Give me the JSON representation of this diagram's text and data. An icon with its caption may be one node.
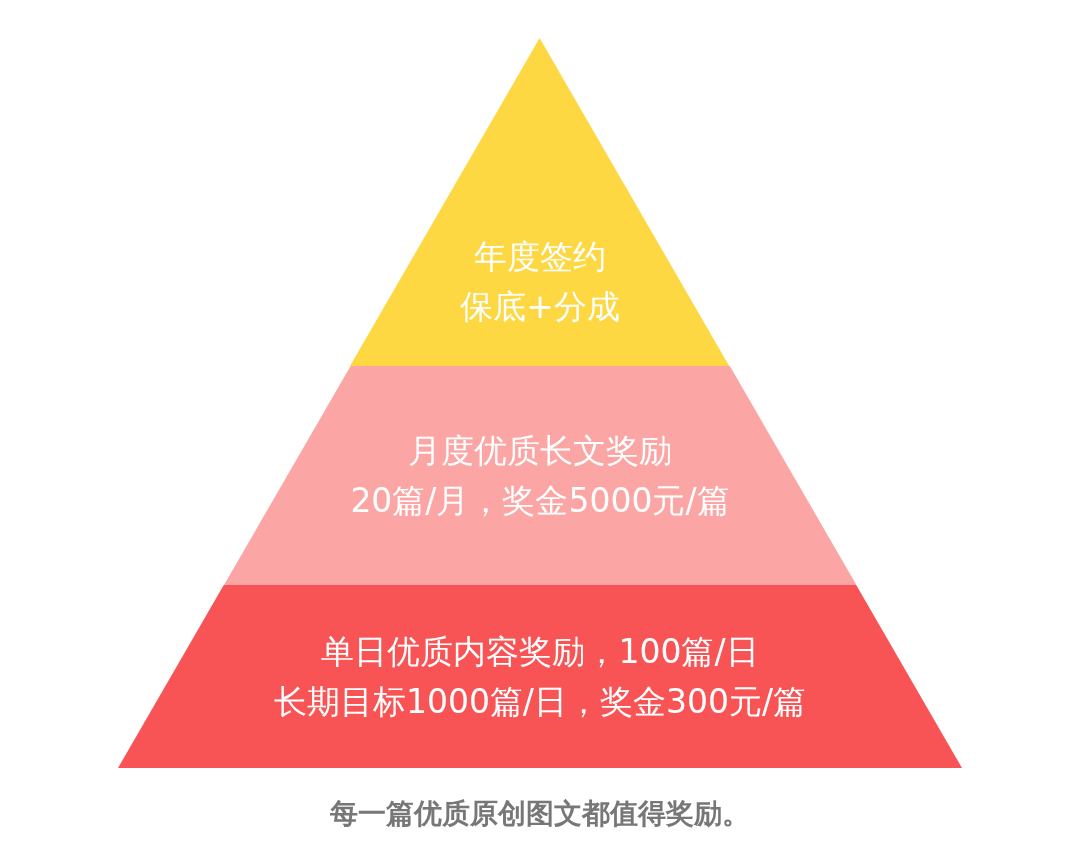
{
  "diagram": {
    "caption": "每一篇优质原创图文都值得奖励。",
    "nodes": [
      {
        "text": [
          "年度签约",
          "保底+分成"
        ]
      },
      {
        "text": [
          "月度优质长文奖励",
          "20篇/月，奖金5000元/篇"
        ]
      },
      {
        "text": [
          "单日优质内容奖励，100篇/日",
          "长期目标1000篇/日，奖金300元/篇"
        ]
      }
    ]
  }
}
